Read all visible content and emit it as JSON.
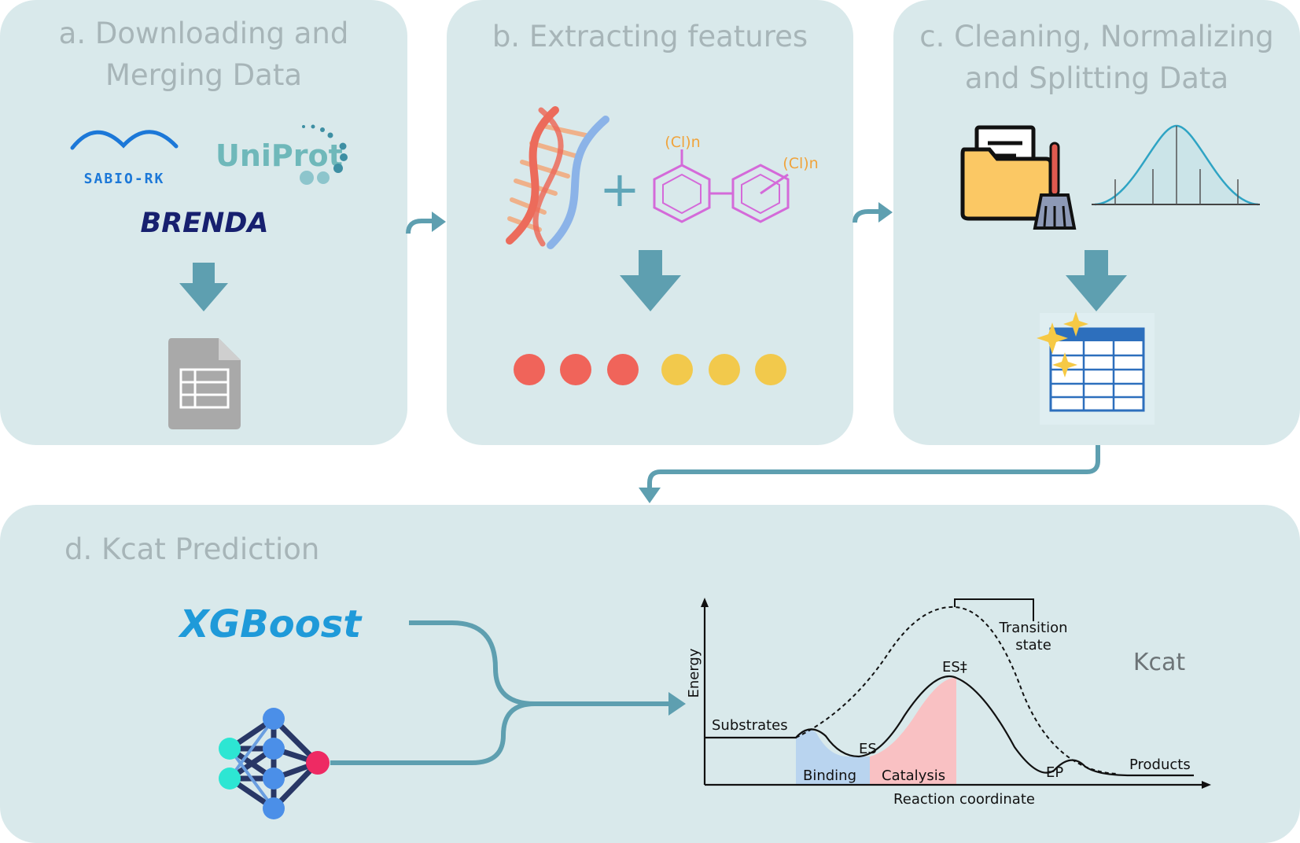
{
  "panels": {
    "a": {
      "title": "a. Downloading and\nMerging Data",
      "logos": {
        "sabio": "SABIO-RK",
        "uniprot": "UniProt",
        "brenda": "BRENDA"
      },
      "icons": [
        "sabio-rk-logo-icon",
        "uniprot-logo-icon",
        "brenda-logo-icon",
        "down-arrow-icon",
        "spreadsheet-file-icon"
      ]
    },
    "b": {
      "title": "b. Extracting features",
      "plus": "+",
      "chem_labels": [
        "(Cl)n",
        "(Cl)n"
      ],
      "feature_dots": [
        "#f0645a",
        "#f0645a",
        "#f0645a",
        "#f2c94c",
        "#f2c94c",
        "#f2c94c"
      ],
      "icons": [
        "dna-helix-icon",
        "biphenyl-molecule-icon",
        "down-arrow-icon"
      ]
    },
    "c": {
      "title": "c. Cleaning, Normalizing\nand Splitting Data",
      "icons": [
        "folder-cleaning-brush-icon",
        "normal-distribution-icon",
        "down-arrow-icon",
        "sparkling-table-icon"
      ]
    },
    "d": {
      "title": "d. Kcat Prediction",
      "xgboost": "XGBoost",
      "icons": [
        "neural-network-icon",
        "merge-arrow-icon"
      ],
      "energy_diagram": {
        "ylabel": "Energy",
        "xlabel": "Reaction coordinate",
        "labels": {
          "substrates": "Substrates",
          "es": "ES",
          "es_ts": "ES‡",
          "ep": "EP",
          "products": "Products",
          "binding": "Binding",
          "catalysis": "Catalysis",
          "transition_state": "Transition\nstate",
          "kcat": "Kcat"
        }
      }
    }
  },
  "colors": {
    "panel": "#d9e9eb",
    "title": "#a7b5b8",
    "arrow": "#5e9fb0",
    "binding": "#b9d4ef",
    "catalysis": "#f9c1c3",
    "xgboost": "#1f9ad9"
  }
}
